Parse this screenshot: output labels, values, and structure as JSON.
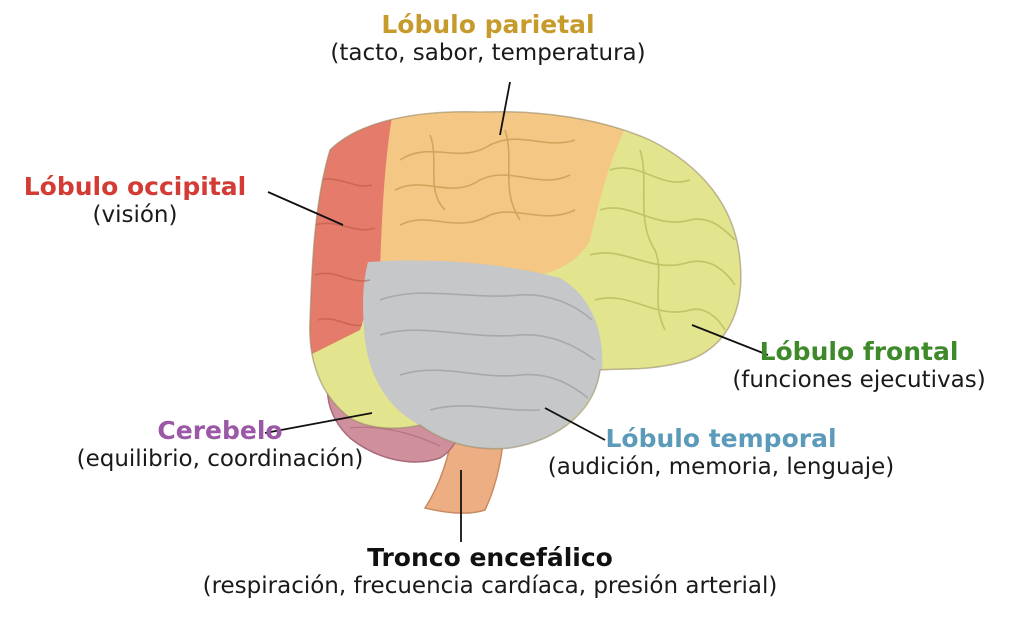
{
  "labels": {
    "parietal": {
      "name": "Lóbulo parietal",
      "function": "(tacto, sabor, temperatura)",
      "color": "#c79a2c"
    },
    "occipital": {
      "name": "Lóbulo occipital",
      "function": "(visión)",
      "color": "#d33c35"
    },
    "frontal": {
      "name": "Lóbulo frontal",
      "function": "(funciones ejecutivas)",
      "color": "#3e8a2a"
    },
    "temporal": {
      "name": "Lóbulo temporal",
      "function": "(audición, memoria, lenguaje)",
      "color": "#5b9bb9"
    },
    "cerebelo": {
      "name": "Cerebelo",
      "function": "(equilibrio, coordinación)",
      "color": "#9b58a6"
    },
    "tronco": {
      "name": "Tronco encefálico",
      "function": "(respiración, frecuencia cardíaca, presión arterial)",
      "color": "#111111"
    }
  },
  "region_colors": {
    "frontal": "#e2e48e",
    "parietal": "#f4c784",
    "occipital": "#e57b6a",
    "temporal": "#c5c7c8",
    "cerebelo": "#cf8f9c",
    "tronco": "#eeae84"
  }
}
